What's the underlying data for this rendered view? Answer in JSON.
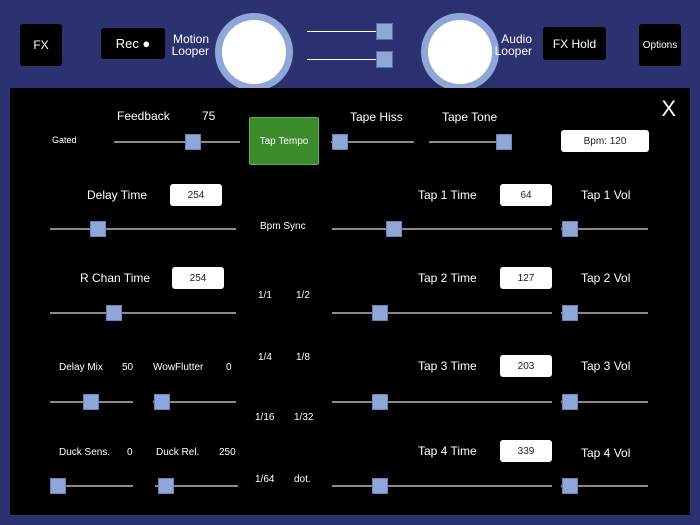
{
  "header": {
    "fx_label": "FX",
    "rec_label": "Rec ●",
    "motion_looper_label": "Motion\nLooper",
    "audio_looper_label": "Audio\nLooper",
    "fx_hold_label": "FX Hold",
    "options_label": "Options",
    "top_slider_1": 1.0,
    "top_slider_2": 1.0
  },
  "panel": {
    "close_label": "X",
    "gated_label": "Gated",
    "feedback_label": "Feedback",
    "feedback_value": "75",
    "tap_tempo_label": "Tap Tempo",
    "tape_hiss_label": "Tape Hiss",
    "tape_tone_label": "Tape Tone",
    "bpm_field": "Bpm: 120",
    "delay_time_label": "Delay Time",
    "delay_time_value": "254",
    "bpm_sync_label": "Bpm Sync",
    "r_chan_time_label": "R Chan Time",
    "r_chan_time_value": "254",
    "delay_mix_label": "Delay Mix",
    "delay_mix_value": "50",
    "wow_flutter_label": "WowFlutter",
    "wow_flutter_value": "0",
    "duck_sens_label": "Duck Sens.",
    "duck_sens_value": "0",
    "duck_rel_label": "Duck Rel.",
    "duck_rel_value": "250",
    "sync_divisions": [
      "1/1",
      "1/2",
      "1/4",
      "1/8",
      "1/16",
      "1/32",
      "1/64",
      "dot."
    ],
    "taps": [
      {
        "time_label": "Tap 1 Time",
        "time_value": "64",
        "vol_label": "Tap 1 Vol"
      },
      {
        "time_label": "Tap 2 Time",
        "time_value": "127",
        "vol_label": "Tap 2 Vol"
      },
      {
        "time_label": "Tap 3 Time",
        "time_value": "203",
        "vol_label": "Tap 3 Vol"
      },
      {
        "time_label": "Tap 4 Time",
        "time_value": "339",
        "vol_label": "Tap 4 Vol"
      }
    ]
  }
}
